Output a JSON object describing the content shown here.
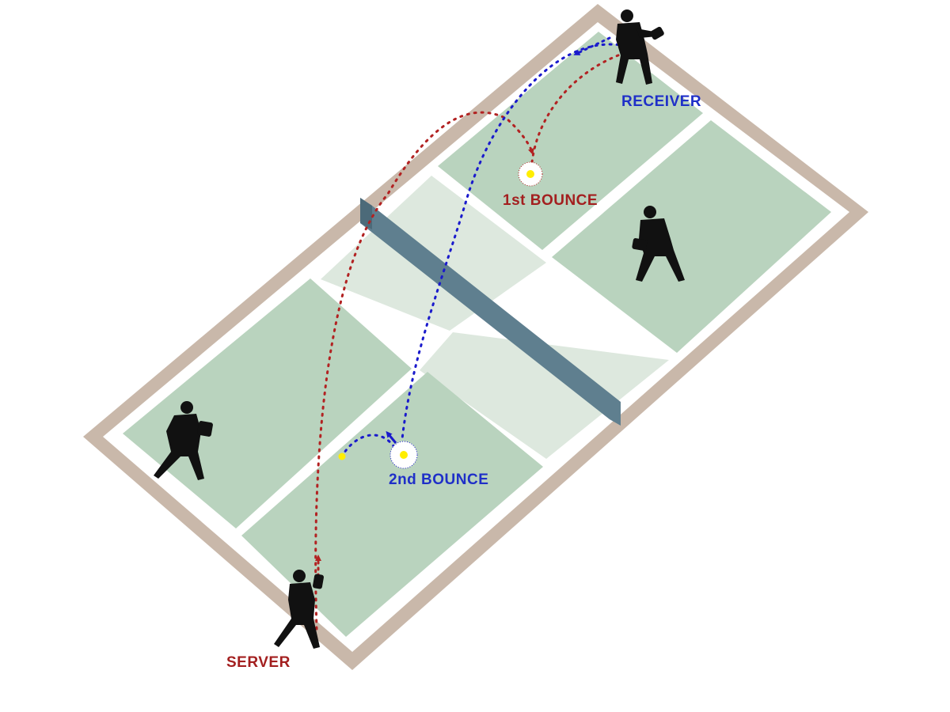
{
  "labels": {
    "receiver": "RECEIVER",
    "server": "SERVER",
    "first_bounce": "1st BOUNCE",
    "second_bounce": "2nd BOUNCE"
  },
  "colors": {
    "serve_path": "#b22222",
    "return_path": "#1a1acc",
    "receiver_label": "#1f2fc8",
    "server_label": "#a31f1f",
    "first_bounce_label": "#a31f1f",
    "second_bounce_label": "#1f2fc8",
    "court_surround": "#c9b8aa",
    "court_lines": "#ffffff",
    "service_box": "#b9d3be",
    "kitchen": "#dde8de",
    "net": "#5f7f8f",
    "ball": "#ffee00",
    "players": "#111111"
  },
  "icons": [
    "receiver-player-icon",
    "server-player-icon",
    "player-icon",
    "ball-icon",
    "bounce-burst-icon"
  ]
}
